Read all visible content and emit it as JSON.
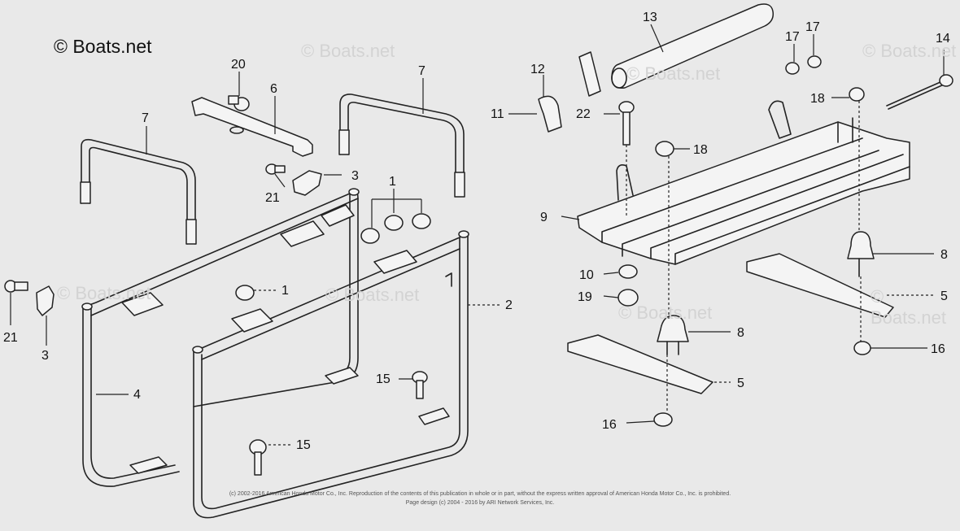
{
  "watermark": {
    "main": "© Boats.net",
    "ghost": "© Boats.net"
  },
  "callouts": {
    "c1_top": "1",
    "c1_mid": "1",
    "c2": "2",
    "c3_top": "3",
    "c3_left": "3",
    "c4": "4",
    "c5_right": "5",
    "c5_low": "5",
    "c6": "6",
    "c7_left": "7",
    "c7_right": "7",
    "c8_right": "8",
    "c8_low": "8",
    "c9": "9",
    "c10": "10",
    "c11": "11",
    "c12": "12",
    "c13": "13",
    "c14": "14",
    "c15_right": "15",
    "c15_low": "15",
    "c16_right": "16",
    "c16_low": "16",
    "c17_a": "17",
    "c17_b": "17",
    "c18_top": "18",
    "c18_mid": "18",
    "c19": "19",
    "c20": "20",
    "c21_top": "21",
    "c21_left": "21",
    "c22": "22"
  },
  "footer": {
    "line1": "(c) 2002-2016 American Honda Motor Co., Inc. Reproduction of the contents of this publication in whole or in part, without the express written approval of American Honda Motor Co., Inc. is prohibited.",
    "line2": "Page design (c) 2004 - 2016 by ARI Network Services, Inc."
  }
}
